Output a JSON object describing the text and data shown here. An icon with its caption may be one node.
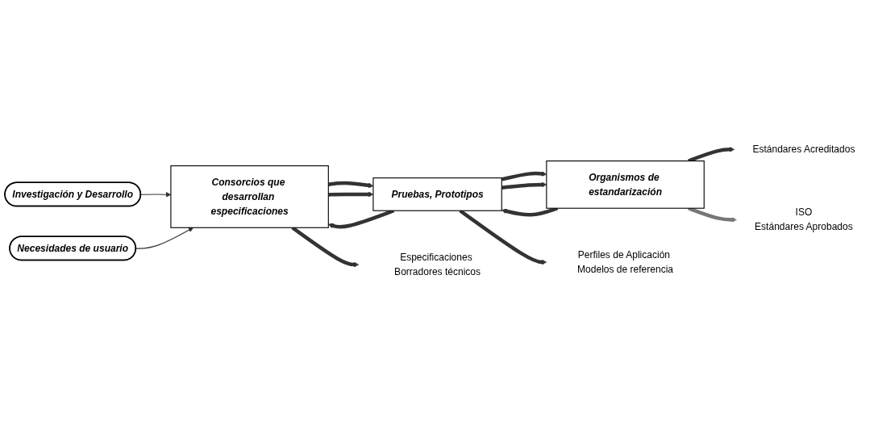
{
  "diagram": {
    "nodes": [
      {
        "text": [
          "Investigación y Desarrollo"
        ]
      },
      {
        "text": [
          "Necesidades de usuario"
        ]
      },
      {
        "text": [
          "Consorcios que desarrollan especificaciones"
        ]
      },
      {
        "text": [
          "Pruebas, Prototipos"
        ]
      },
      {
        "text": [
          "Organismos de estandarización"
        ]
      },
      {
        "text": [
          "Especificaciones Borradores técnicos"
        ]
      },
      {
        "text": [
          "Perfiles de Aplicación Modelos de referencia"
        ]
      },
      {
        "text": [
          "Estándares Acreditados"
        ]
      },
      {
        "text": [
          "ISO",
          "Estándares Aprobados"
        ]
      }
    ],
    "edges": [
      {
        "from": 0,
        "to": 2,
        "arrow": "to"
      },
      {
        "from": 1,
        "to": 2,
        "arrow": "to"
      },
      {
        "from": 2,
        "to": 3,
        "arrow": "to"
      },
      {
        "from": 2,
        "to": 3,
        "arrow": "to"
      },
      {
        "from": 3,
        "to": 2,
        "arrow": "to"
      },
      {
        "from": 3,
        "to": 4,
        "arrow": "to"
      },
      {
        "from": 3,
        "to": 4,
        "arrow": "to"
      },
      {
        "from": 4,
        "to": 3,
        "arrow": "to"
      },
      {
        "from": 2,
        "to": 5,
        "arrow": "to"
      },
      {
        "from": 3,
        "to": 6,
        "arrow": "to"
      },
      {
        "from": 4,
        "to": 7,
        "arrow": "to"
      },
      {
        "from": 4,
        "to": 8,
        "arrow": "to",
        "color": "#777777"
      }
    ]
  }
}
